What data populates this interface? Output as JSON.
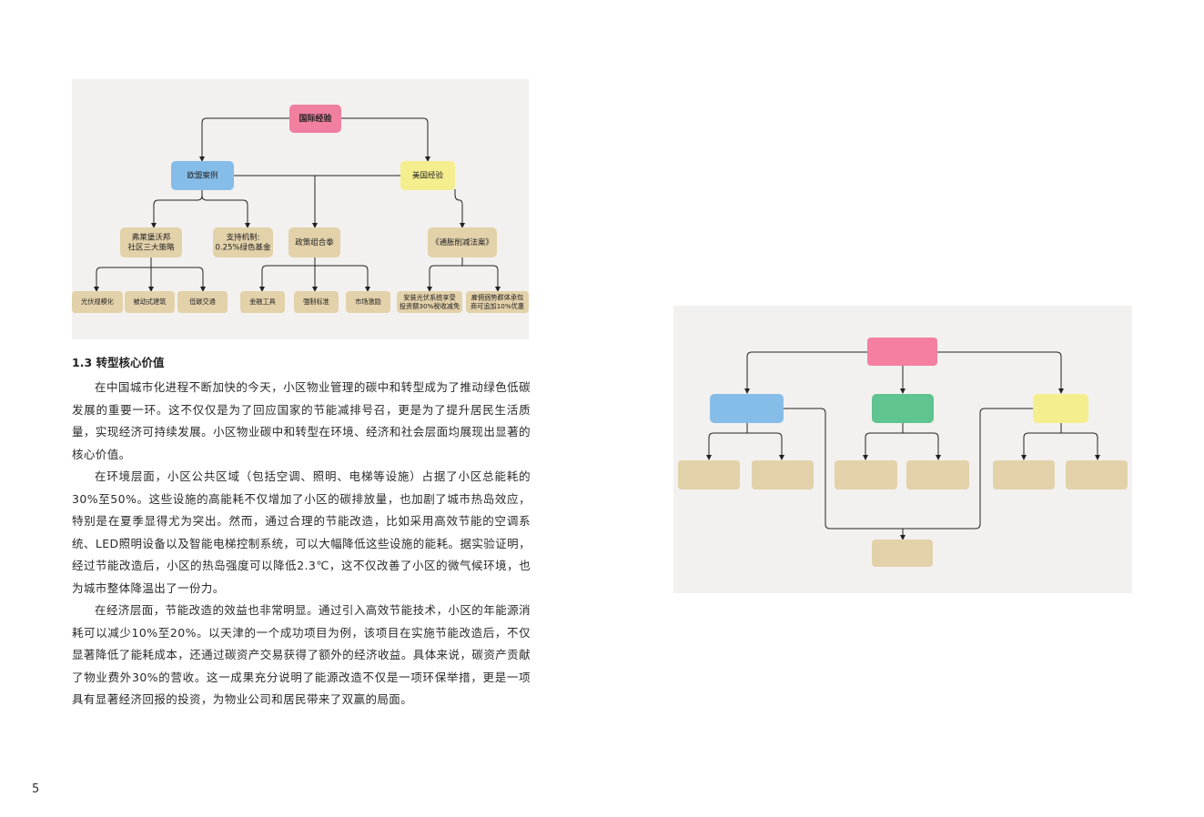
{
  "diagram_left": {
    "root": "国际经验",
    "branch_eu": "欧盟案例",
    "branch_us": "美国经验",
    "eu_children": [
      [
        "弗莱堡沃邦",
        "社区三大策略"
      ],
      [
        "支持机制:",
        "0.25%绿色基金"
      ],
      [
        "政策组合拳"
      ]
    ],
    "us_child": "《通胀削减法案》",
    "freiburg_leaves": [
      "光伏规模化",
      "被动式建筑",
      "低碳交通"
    ],
    "policy_leaves": [
      "金融工具",
      "强制标准",
      "市场激励"
    ],
    "ira_leaves": [
      [
        "安装光伏系统享受",
        "投资额30%税收减免"
      ],
      [
        "雇佣弱势群体承包",
        "商可追加10%优惠"
      ]
    ],
    "colors": {
      "root": "#f07fa0",
      "eu": "#86bce8",
      "us": "#f4ee8e",
      "leaf": "#e3d1aa",
      "background": "#f3f1ef"
    }
  },
  "diagram_right": {
    "colors": {
      "root": "#f47fa0",
      "blue": "#86bce8",
      "green": "#5fc48f",
      "yellow": "#f4ee8e",
      "leaf": "#e3d1aa"
    }
  },
  "section": {
    "heading": "1.3 转型核心价值",
    "paragraphs": [
      "在中国城市化进程不断加快的今天，小区物业管理的碳中和转型成为了推动绿色低碳发展的重要一环。这不仅仅是为了回应国家的节能减排号召，更是为了提升居民生活质量，实现经济可持续发展。小区物业碳中和转型在环境、经济和社会层面均展现出显著的核心价值。",
      "在环境层面，小区公共区域（包括空调、照明、电梯等设施）占据了小区总能耗的30%至50%。这些设施的高能耗不仅增加了小区的碳排放量，也加剧了城市热岛效应，特别是在夏季显得尤为突出。然而，通过合理的节能改造，比如采用高效节能的空调系统、LED照明设备以及智能电梯控制系统，可以大幅降低这些设施的能耗。据实验证明，经过节能改造后，小区的热岛强度可以降低2.3℃，这不仅改善了小区的微气候环境，也为城市整体降温出了一份力。",
      "在经济层面，节能改造的效益也非常明显。通过引入高效节能技术，小区的年能源消耗可以减少10%至20%。以天津的一个成功项目为例，该项目在实施节能改造后，不仅显著降低了能耗成本，还通过碳资产交易获得了额外的经济收益。具体来说，碳资产贡献了物业费外30%的营收。这一成果充分说明了能源改造不仅是一项环保举措，更是一项具有显著经济回报的投资，为物业公司和居民带来了双赢的局面。"
    ]
  },
  "page_number": "5"
}
